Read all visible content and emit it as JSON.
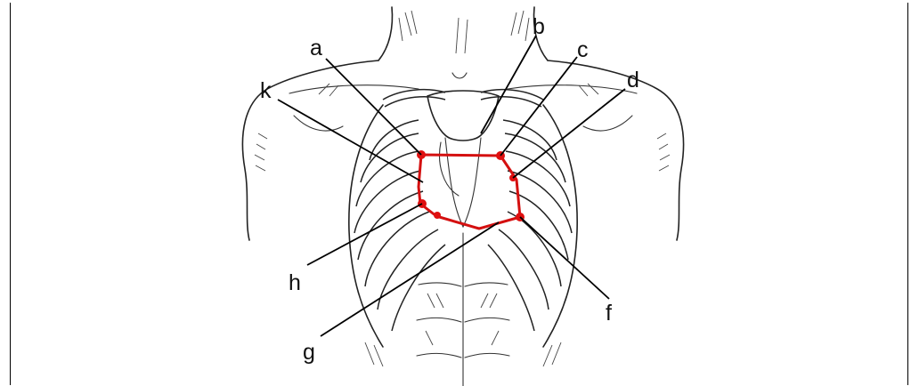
{
  "figure": {
    "labels": {
      "a": "a",
      "b": "b",
      "c": "c",
      "d": "d",
      "f": "f",
      "g": "g",
      "h": "h",
      "k": "k"
    },
    "colors": {
      "boundary": "#d41010",
      "markers": "#e01010",
      "line_art": "#222222"
    },
    "marker_count": 6
  }
}
